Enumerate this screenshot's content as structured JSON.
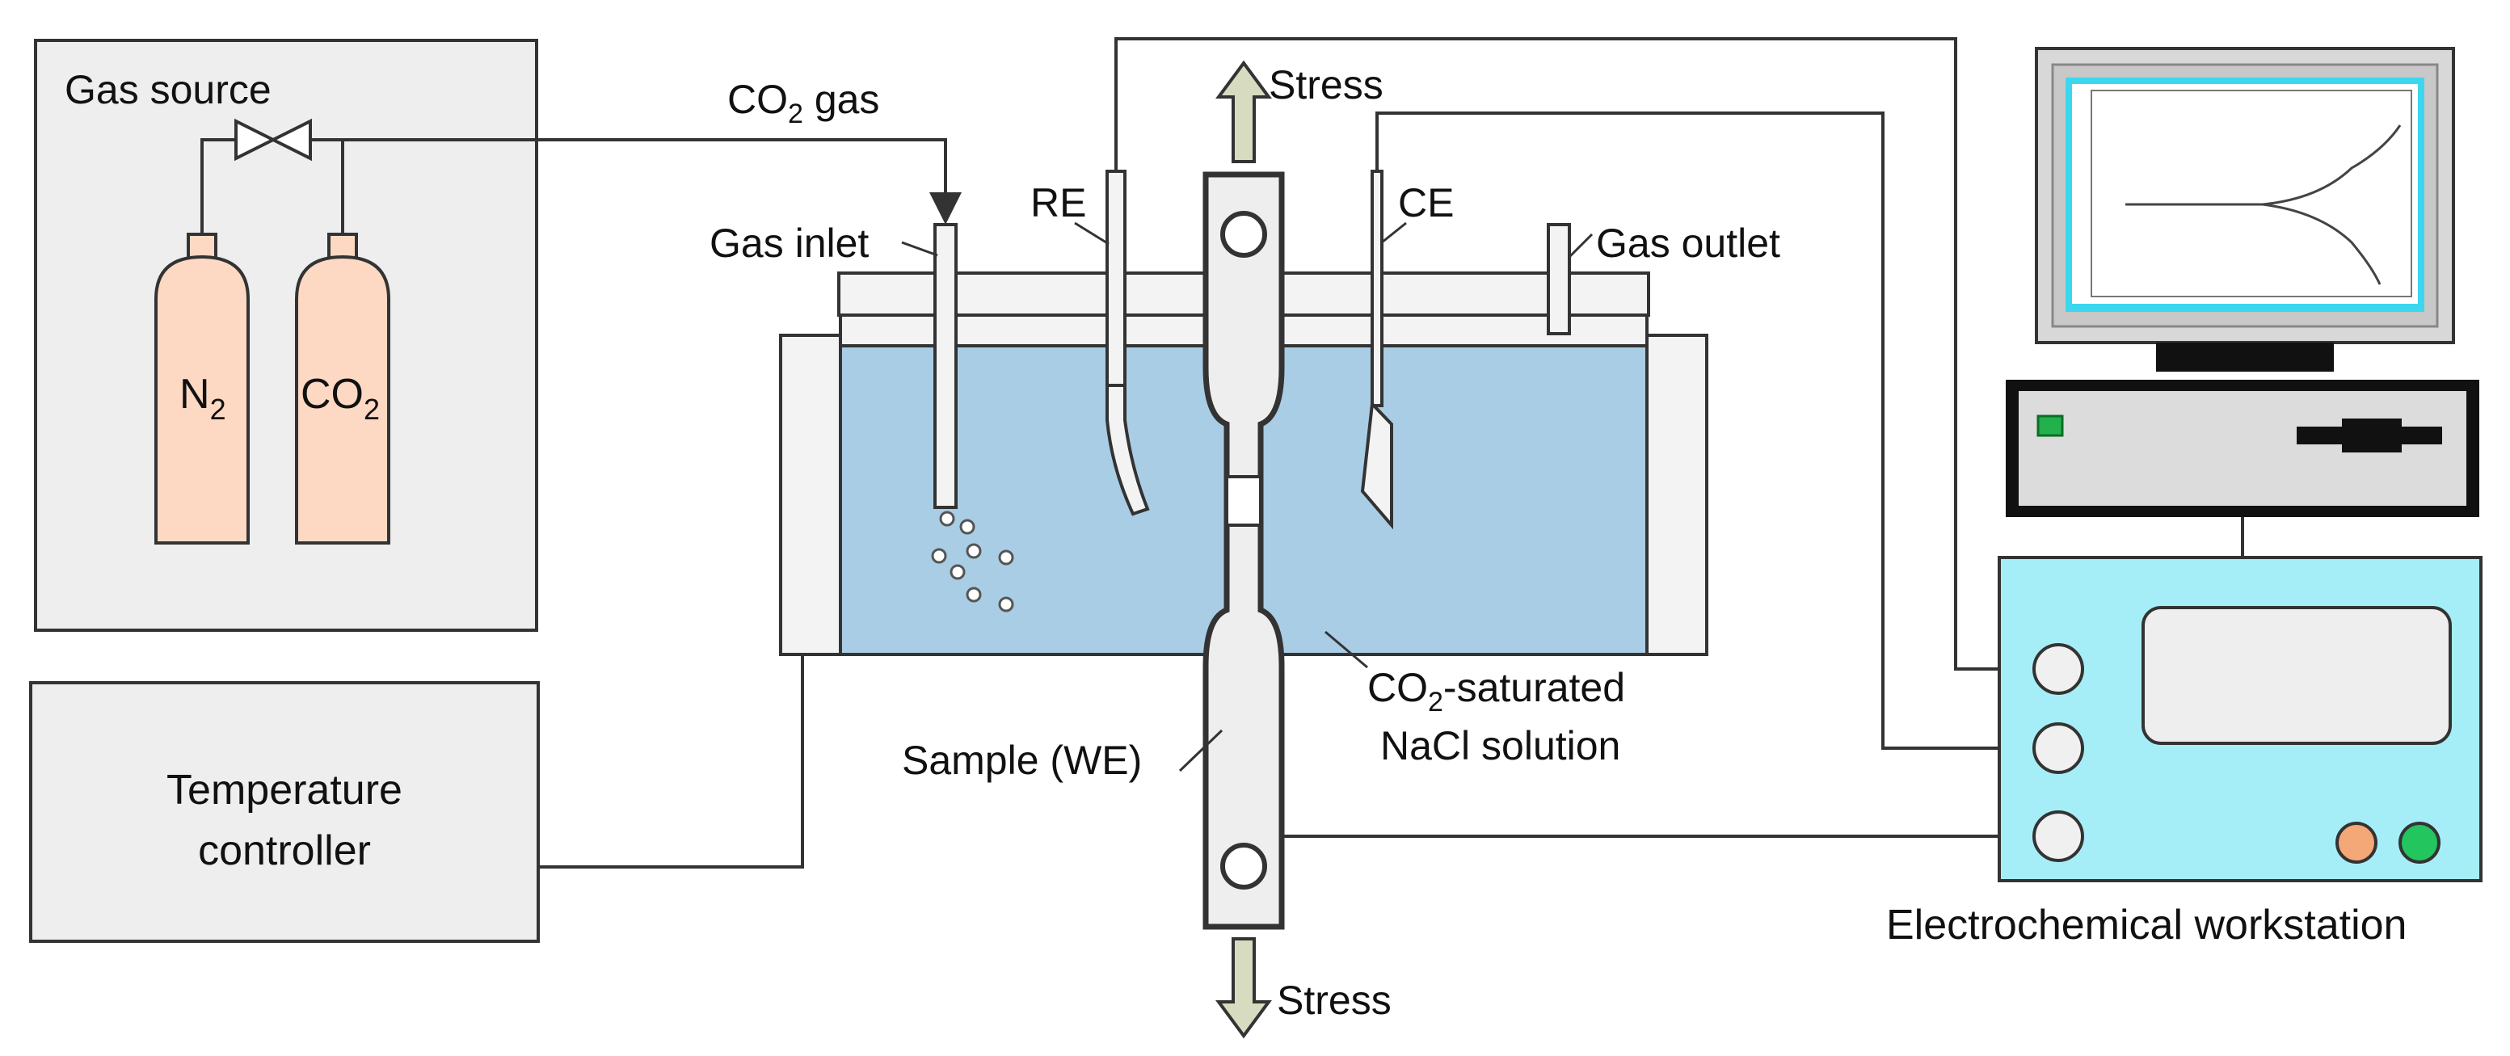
{
  "labels": {
    "gas_source": "Gas source",
    "co2_gas_main": "CO",
    "co2_gas_sub": "2",
    "co2_gas_tail": " gas",
    "n2_main": "N",
    "n2_sub": "2",
    "co2_bottle_main": "CO",
    "co2_bottle_sub": "2",
    "gas_inlet": "Gas inlet",
    "gas_outlet": "Gas outlet",
    "re": "RE",
    "ce": "CE",
    "stress_top": "Stress",
    "stress_bottom": "Stress",
    "solution_line1_main": "CO",
    "solution_line1_sub": "2",
    "solution_line1_tail": "-saturated",
    "solution_line2": "NaCl solution",
    "sample": "Sample (WE)",
    "temp_line1": "Temperature",
    "temp_line2": "controller",
    "workstation": "Electrochemical workstation"
  },
  "colors": {
    "panel_gray": "#eeeeee",
    "stroke": "#333333",
    "bottle_fill": "#fdd9c4",
    "solution": "#a9cde5",
    "cell_wall": "#f3f3f3",
    "stress_arrow": "#d7dcc0",
    "workstation": "#a6eef7",
    "monitor_cyan": "#3cd7ee",
    "knob_orange": "#f4a777",
    "knob_green": "#22c55e",
    "led_green": "#22b14c"
  },
  "icons": [
    "valve-icon",
    "gas-bottle-icon",
    "stress-arrow-icon",
    "monitor-icon",
    "knob-icon",
    "bubble-icon"
  ]
}
